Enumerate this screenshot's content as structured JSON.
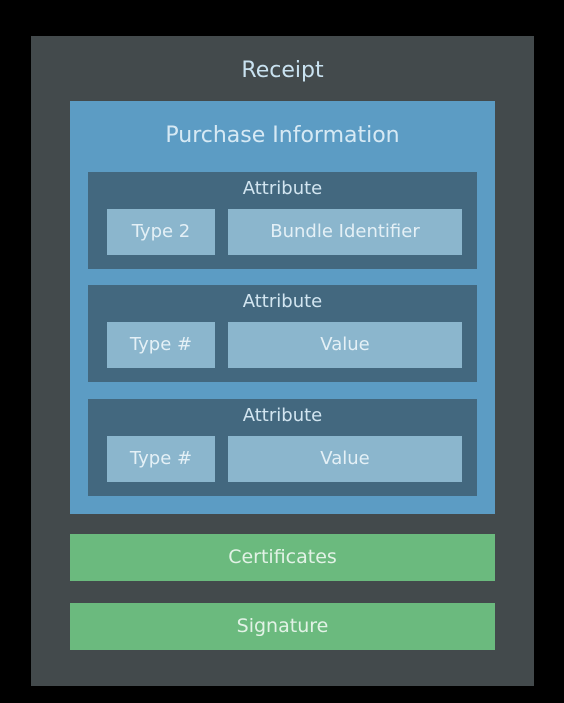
{
  "receipt": {
    "title": "Receipt",
    "purchase_information": {
      "title": "Purchase Information",
      "attributes": [
        {
          "title": "Attribute",
          "type": "Type 2",
          "value": "Bundle Identifier"
        },
        {
          "title": "Attribute",
          "type": "Type #",
          "value": "Value"
        },
        {
          "title": "Attribute",
          "type": "Type #",
          "value": "Value"
        }
      ]
    },
    "certificates_label": "Certificates",
    "signature_label": "Signature"
  },
  "colors": {
    "background": "#000000",
    "receipt_box": "#434a4c",
    "purchase_info_box": "#5c9cc4",
    "attribute_box": "#43687f",
    "attribute_cell": "#8bb6cd",
    "green_bar": "#6bba7e"
  }
}
